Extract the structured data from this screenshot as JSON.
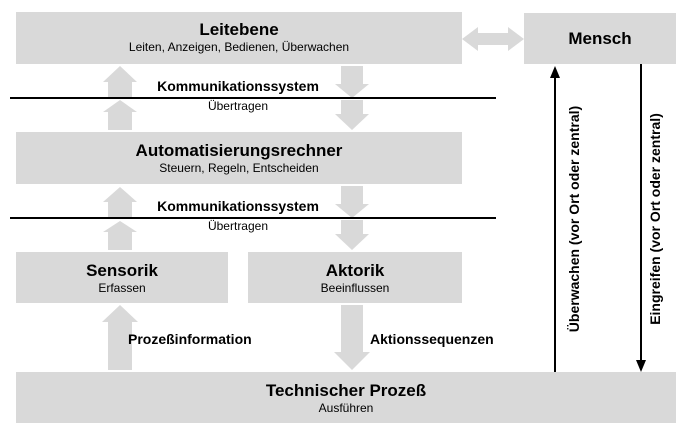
{
  "leitebene": {
    "title": "Leitebene",
    "subtitle": "Leiten, Anzeigen, Bedienen, Überwachen"
  },
  "mensch": {
    "title": "Mensch"
  },
  "komm1": {
    "title": "Kommunikationssystem",
    "subtitle": "Übertragen"
  },
  "automatisierung": {
    "title": "Automatisierungsrechner",
    "subtitle": "Steuern, Regeln, Entscheiden"
  },
  "komm2": {
    "title": "Kommunikationssystem",
    "subtitle": "Übertragen"
  },
  "sensorik": {
    "title": "Sensorik",
    "subtitle": "Erfassen"
  },
  "aktorik": {
    "title": "Aktorik",
    "subtitle": "Beeinflussen"
  },
  "prozessinfo": "Prozeßinformation",
  "aktionssequenzen": "Aktionssequenzen",
  "technischer_prozess": {
    "title": "Technischer Prozeß",
    "subtitle": "Ausführen"
  },
  "ueberwachen": "Überwachen (vor Ort oder zentral)",
  "eingreifen": "Eingreifen (vor Ort oder zentral)",
  "colors": {
    "box": "#d9d9d9",
    "line": "#000000"
  }
}
